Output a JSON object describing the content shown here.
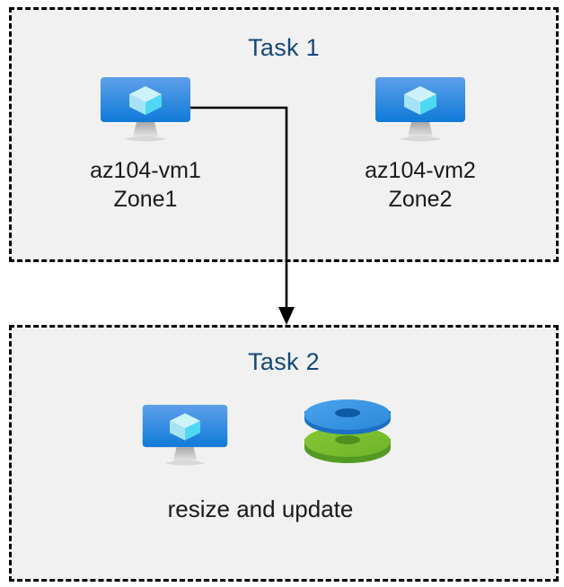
{
  "diagram": {
    "title": "Azure VM tasks diagram",
    "background_color": "#ffffff",
    "box_fill_color": "#f1f1f1",
    "box_border_color": "#000000",
    "title_color": "#14487a",
    "label_color": "#1a1a1a",
    "connector_color": "#000000"
  },
  "task1": {
    "title": "Task 1",
    "nodes": [
      {
        "icon": "virtual-machine-icon",
        "name": "az104-vm1",
        "zone": "Zone1",
        "label": "az104-vm1\nZone1"
      },
      {
        "icon": "virtual-machine-icon",
        "name": "az104-vm2",
        "zone": "Zone2",
        "label": "az104-vm2\nZone2"
      }
    ]
  },
  "task2": {
    "title": "Task 2",
    "caption": "resize and update",
    "icons": [
      {
        "icon": "virtual-machine-icon",
        "name": "virtual machine"
      },
      {
        "icon": "disks-icon",
        "name": "managed disks",
        "colors": [
          "#2b88d8",
          "#6eb52a"
        ]
      }
    ]
  },
  "connector": {
    "from": "az104-vm1",
    "to": "Task 2",
    "style": "elbow-arrow"
  },
  "icon_colors": {
    "monitor_top": "#5ea0ea",
    "monitor_bottom": "#0f7ad8",
    "cube_light": "#c3f0fb",
    "cube_mid": "#9fe4f8",
    "cube_bright": "#50d9f5",
    "stand_light": "#e6e6e6",
    "stand_dark": "#a6a6a6",
    "disk_blue_top": "#3a96e8",
    "disk_blue_side": "#1b6fc4",
    "disk_blue_hole": "#0d5aa7",
    "disk_green_top": "#7cbb2a",
    "disk_green_side": "#539a22",
    "disk_green_hole": "#4e8f1f"
  }
}
